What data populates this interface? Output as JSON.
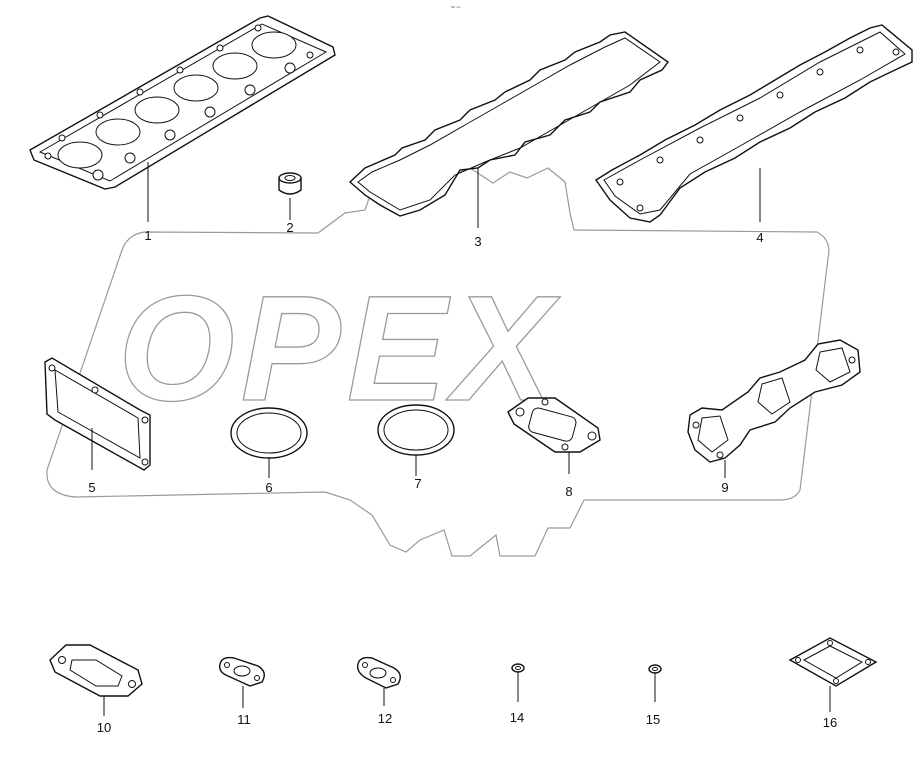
{
  "header": {
    "tiny_text": "ᴺᴳ ᵐᵐ"
  },
  "watermark": {
    "text": "OPEX"
  },
  "parts": [
    {
      "id": "1",
      "label": "1",
      "icon": "cylinder-head-gasket"
    },
    {
      "id": "2",
      "label": "2",
      "icon": "valve-stem-seal"
    },
    {
      "id": "3",
      "label": "3",
      "icon": "valve-cover-gasket"
    },
    {
      "id": "4",
      "label": "4",
      "icon": "valve-cover-gasket-outer"
    },
    {
      "id": "5",
      "label": "5",
      "icon": "rectangular-gasket"
    },
    {
      "id": "6",
      "label": "6",
      "icon": "ring-gasket"
    },
    {
      "id": "7",
      "label": "7",
      "icon": "ring-gasket"
    },
    {
      "id": "8",
      "label": "8",
      "icon": "flange-gasket"
    },
    {
      "id": "9",
      "label": "9",
      "icon": "manifold-gasket"
    },
    {
      "id": "10",
      "label": "10",
      "icon": "turbo-flange-gasket"
    },
    {
      "id": "11",
      "label": "11",
      "icon": "oval-flange-gasket"
    },
    {
      "id": "12",
      "label": "12",
      "icon": "oval-flange-gasket"
    },
    {
      "id": "14",
      "label": "14",
      "icon": "sealing-washer"
    },
    {
      "id": "15",
      "label": "15",
      "icon": "sealing-washer"
    },
    {
      "id": "16",
      "label": "16",
      "icon": "square-flange-gasket"
    }
  ]
}
